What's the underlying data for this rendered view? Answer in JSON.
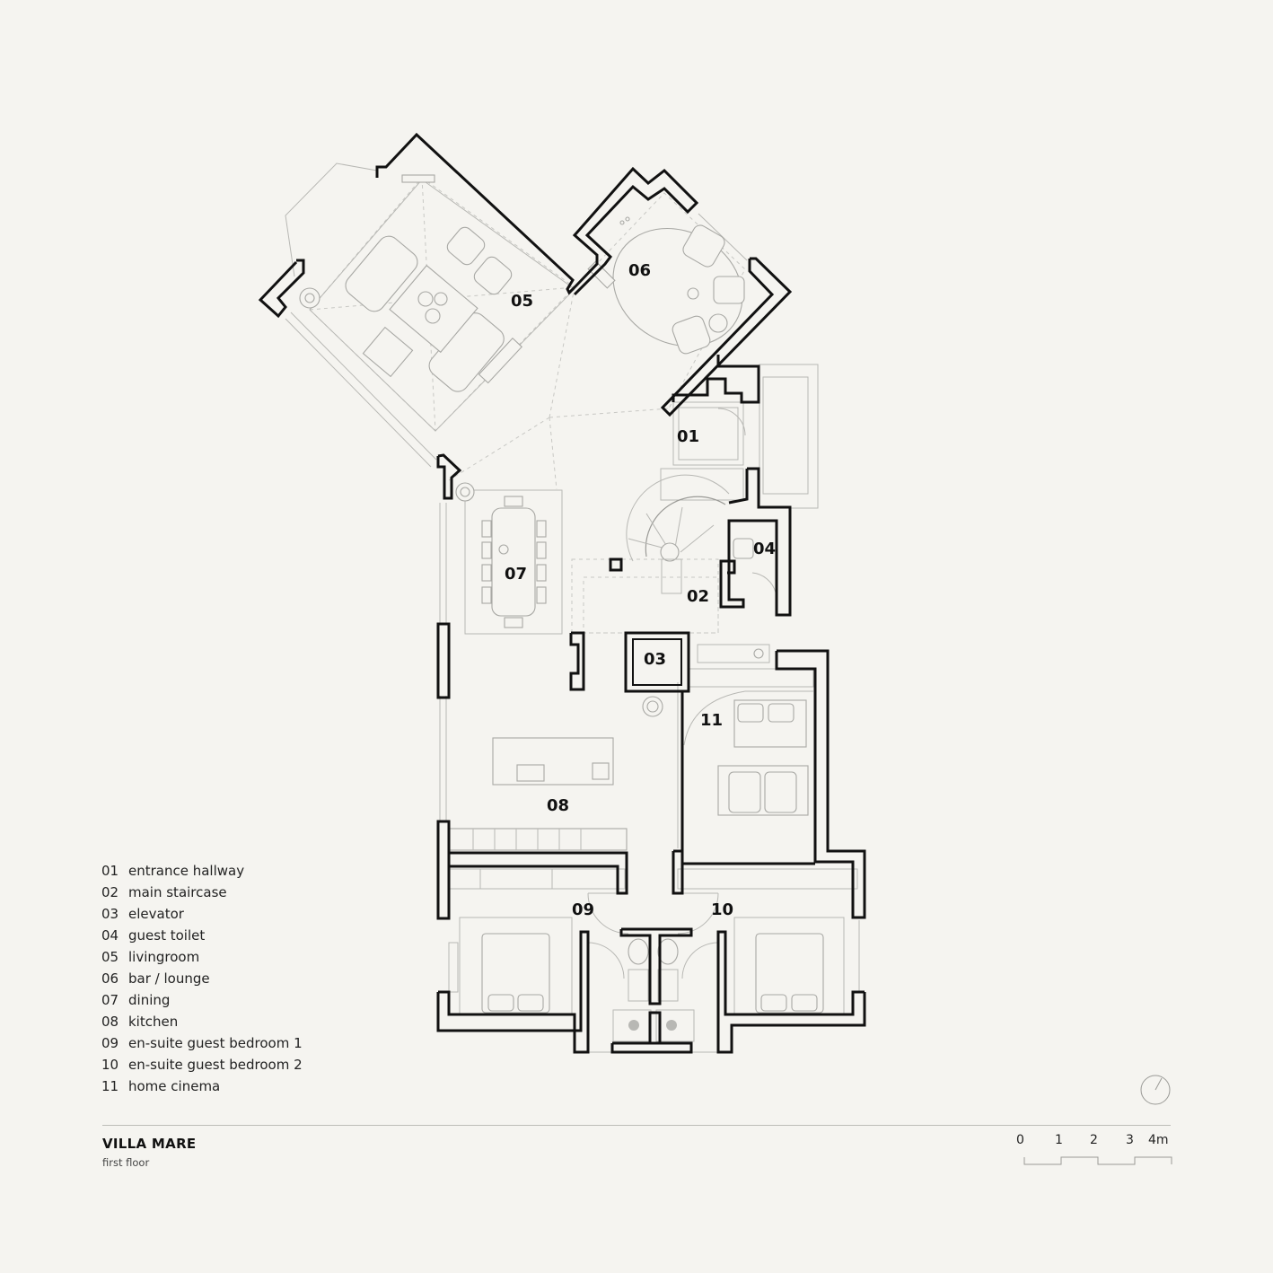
{
  "project": {
    "title": "VILLA MARE",
    "subtitle": "first floor"
  },
  "rooms": [
    {
      "num": "01",
      "name": "entrance hallway"
    },
    {
      "num": "02",
      "name": "main staircase"
    },
    {
      "num": "03",
      "name": "elevator"
    },
    {
      "num": "04",
      "name": "guest toilet"
    },
    {
      "num": "05",
      "name": "livingroom"
    },
    {
      "num": "06",
      "name": "bar / lounge"
    },
    {
      "num": "07",
      "name": "dining"
    },
    {
      "num": "08",
      "name": "kitchen"
    },
    {
      "num": "09",
      "name": "en-suite guest bedroom 1"
    },
    {
      "num": "10",
      "name": "en-suite guest bedroom 2"
    },
    {
      "num": "11",
      "name": "home cinema"
    }
  ],
  "scale_bar": {
    "ticks": [
      "0",
      "1",
      "2",
      "3",
      "4m"
    ]
  },
  "colors": {
    "background": "#f5f4f0",
    "wall": "#111111",
    "furniture": "#a8a8a4"
  },
  "icons": {
    "north": "north-arrow-icon"
  }
}
